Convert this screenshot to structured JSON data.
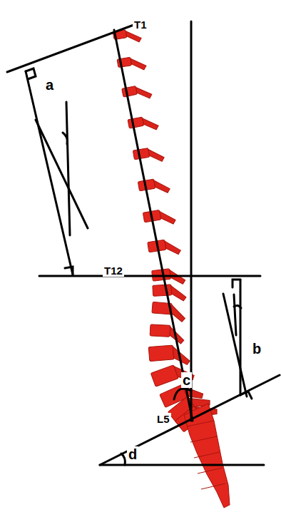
{
  "diagram": {
    "labels": [
      "T1",
      "a",
      "T12",
      "c",
      "b",
      "L5",
      "d"
    ]
  }
}
